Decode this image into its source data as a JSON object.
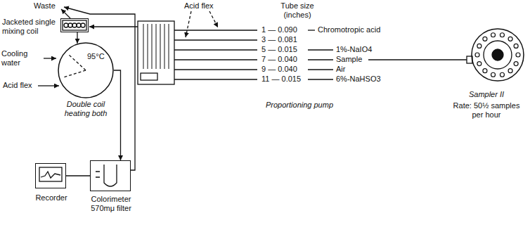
{
  "diagram": {
    "nodes": [
      {
        "text": [
          "Jacketed single mixing coil"
        ]
      },
      {
        "text": [
          "95°C",
          "Double coil heating both"
        ]
      },
      {
        "text": [
          "Colorimeter 570mμ filter"
        ]
      },
      {
        "text": [
          "Recorder"
        ]
      },
      {
        "text": [
          "Sampler II",
          "Rate: 50½ samples per hour"
        ]
      }
    ],
    "edges": [
      {
        "from": 0,
        "to": 1,
        "arrow": "to"
      },
      {
        "from": 1,
        "to": 2,
        "arrow": "to"
      },
      {
        "from": 2,
        "to": 3,
        "arrow": "none"
      }
    ],
    "labels": [
      "Waste",
      "Cooling water",
      "Acid flex",
      "Acid flex",
      "Tube size (inches)",
      "1 — 0.090",
      "3 — 0.081",
      "5 — 0.015",
      "7 — 0.040",
      "9 — 0.040",
      "11 — 0.015",
      "Chromotropic acid",
      "1%-NaIO4",
      "Sample",
      "Air",
      "6%-NaHSO3",
      "Proportioning pump"
    ]
  }
}
